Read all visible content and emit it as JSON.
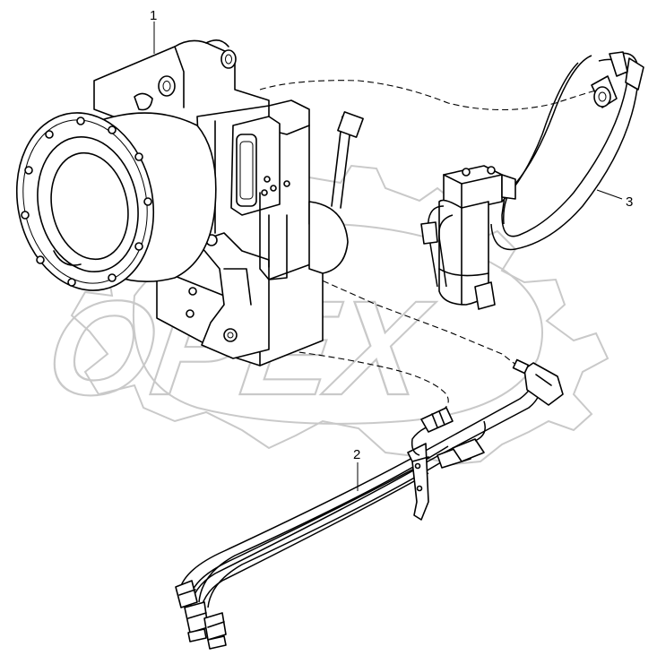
{
  "watermark": {
    "text": "OPEX"
  },
  "callouts": [
    {
      "id": "1",
      "label": "1"
    },
    {
      "id": "2",
      "label": "2"
    },
    {
      "id": "3",
      "label": "3"
    }
  ],
  "colors": {
    "line": "#000000",
    "watermark": "#c9c9c9",
    "background": "#ffffff"
  }
}
